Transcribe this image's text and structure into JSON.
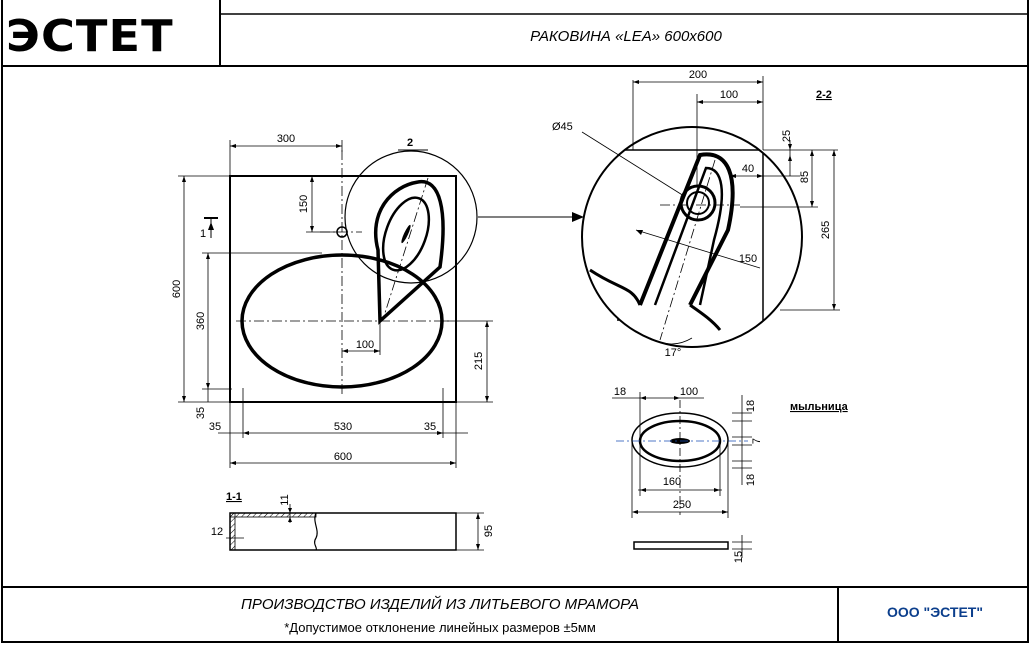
{
  "header": {
    "logo": "ЭСТЕТ",
    "title": "РАКОВИНА «LEA» 600х600"
  },
  "footer": {
    "production": "ПРОИЗВОДСТВО ИЗДЕЛИЙ ИЗ ЛИТЬЕВОГО МРАМОРА",
    "tolerance": "*Допустимое отклонение линейных размеров  ±5мм",
    "company": "ООО \"ЭСТЕТ\""
  },
  "views": {
    "section_1_1": "1-1",
    "section_2_2": "2-2",
    "detail_2": "2",
    "section_mark_1": "1",
    "soap_dish": "мыльница"
  },
  "dimensions": {
    "d300": "300",
    "d150": "150",
    "d600_left": "600",
    "d360": "360",
    "d100_center": "100",
    "d215": "215",
    "d35_side": "35",
    "d35_left": "35",
    "d530": "530",
    "d35_right": "35",
    "d600_bottom": "600",
    "d11": "11",
    "d12": "12",
    "d95": "95",
    "d200": "200",
    "d100_top": "100",
    "phi45": "Ø45",
    "d25": "25",
    "d40": "40",
    "d85": "85",
    "d265": "265",
    "d150_detail": "150",
    "angle17": "17°",
    "s18_left": "18",
    "s100": "100",
    "s18_top": "18",
    "s7": "7",
    "s18_bottom": "18",
    "s160": "160",
    "s250": "250",
    "s15": "15"
  }
}
